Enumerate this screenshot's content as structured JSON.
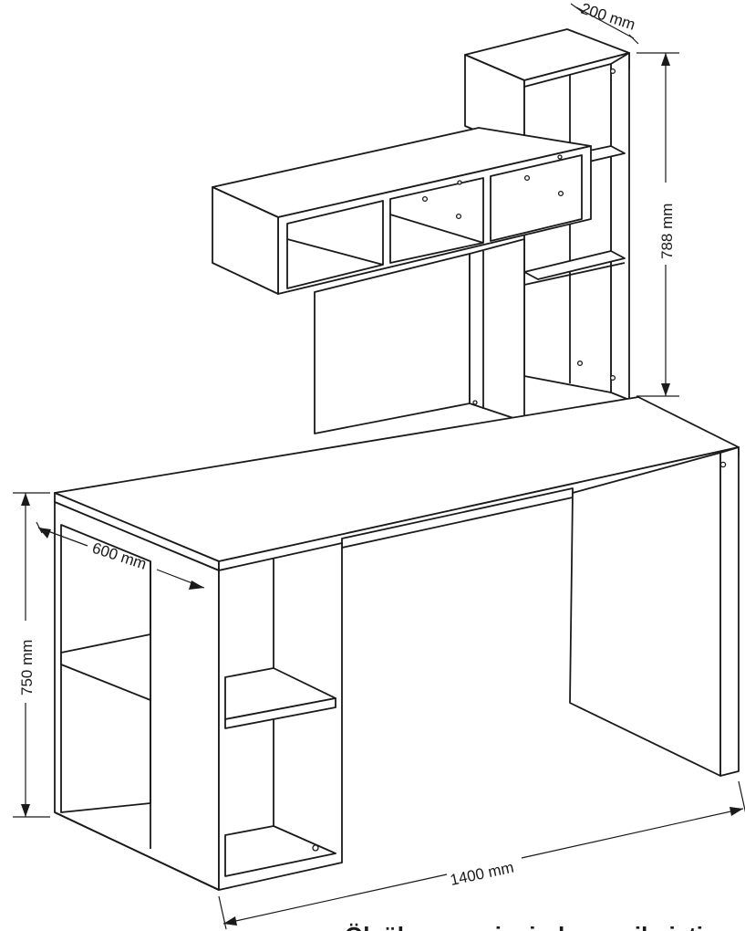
{
  "diagram": {
    "dimensions": {
      "depth_top": "200 mm",
      "height_upper": "788 mm",
      "depth_desk": "600 mm",
      "height_desk": "750 mm",
      "width_desk": "1400 mm"
    },
    "caption": "Ölçüler mm cinsinden verilmiştir"
  }
}
